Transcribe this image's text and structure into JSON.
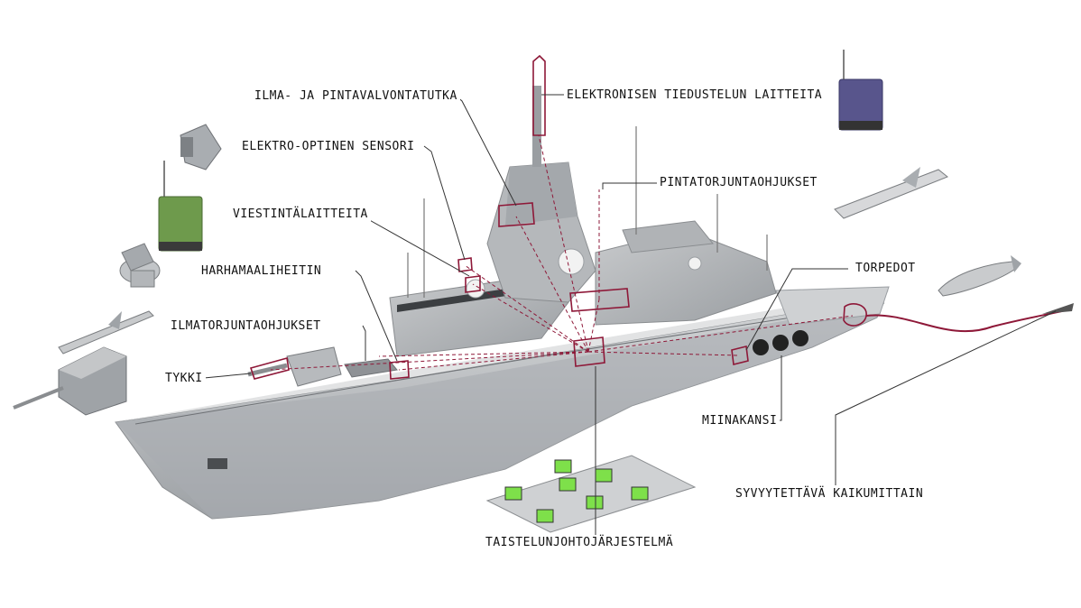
{
  "labels": {
    "air_surface_radar": "ILMA- JA PINTAVALVONTATUTKA",
    "electronic_intel": "ELEKTRONISEN TIEDUSTELUN LAITTEITA",
    "electro_optical": "ELEKTRO-OPTINEN SENSORI",
    "anti_ship_missiles": "PINTATORJUNTAOHJUKSET",
    "communications": "VIESTINTÄLAITTEITA",
    "decoy_launcher": "HARHAMAALIHEITIN",
    "torpedoes": "TORPEDOT",
    "air_defense_missiles": "ILMATORJUNTAOHJUKSET",
    "gun": "TYKKI",
    "mine_deck": "MIINAKANSI",
    "towed_sonar": "SYVYYTETTÄVÄ KAIKUMITTAIN",
    "combat_system": "TAISTELUNJOHTOJÄRJESTELMÄ"
  },
  "colors": {
    "callout": "#8e1838",
    "leader": "#333333",
    "hull": "#b9bcbf"
  }
}
